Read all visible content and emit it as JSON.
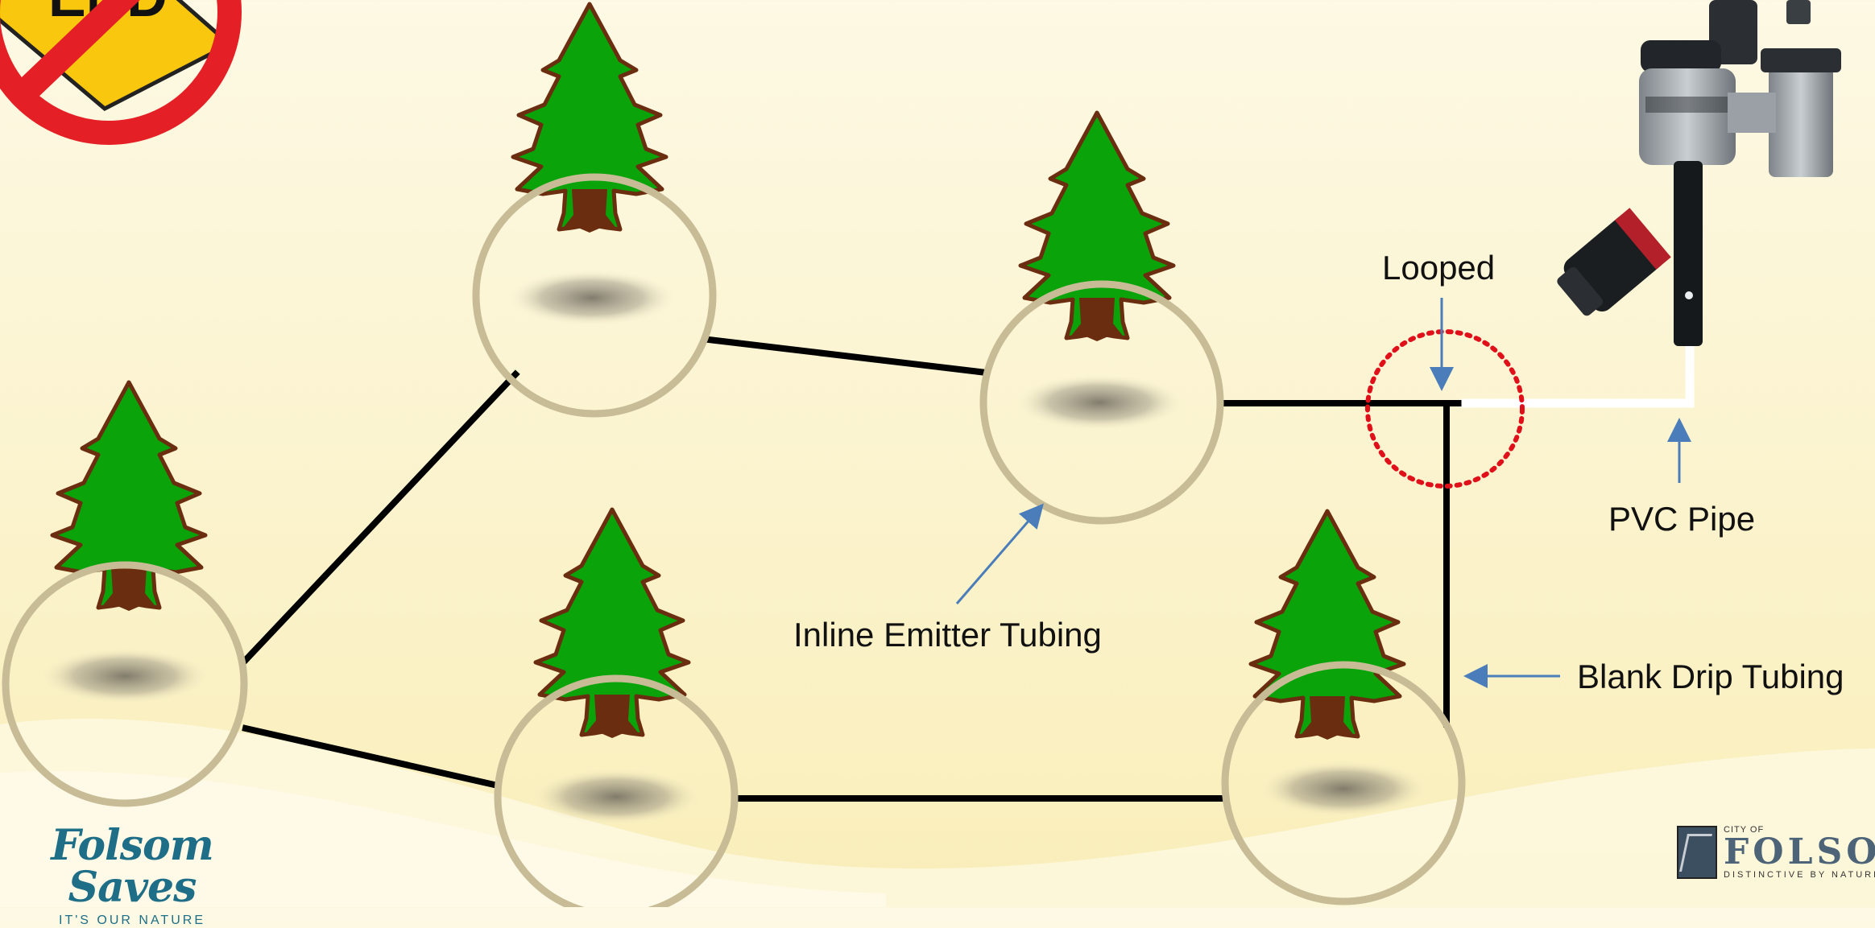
{
  "labels": {
    "looped": "Looped",
    "pvc_pipe": "PVC Pipe",
    "inline_emitter": "Inline Emitter Tubing",
    "blank_drip": "Blank Drip Tubing"
  },
  "sign": {
    "text": "END"
  },
  "branding": {
    "left_title": "Folsom Saves",
    "left_tagline": "IT'S OUR NATURE",
    "right_prefix": "CITY OF",
    "right_name": "FOLSOM",
    "right_motto": "DISTINCTIVE BY NATURE"
  },
  "colors": {
    "tree_green": "#0aa30a",
    "tree_outline": "#6b2d10",
    "trunk": "#6b2d10",
    "ring": "#c7bc96",
    "drip_tubing": "#000000",
    "pvc_pipe": "#ffffff",
    "arrow": "#4a7dba",
    "loop_marker": "#e0101a",
    "no_sign_red": "#e41f26",
    "sign_yellow": "#f9c80e"
  }
}
